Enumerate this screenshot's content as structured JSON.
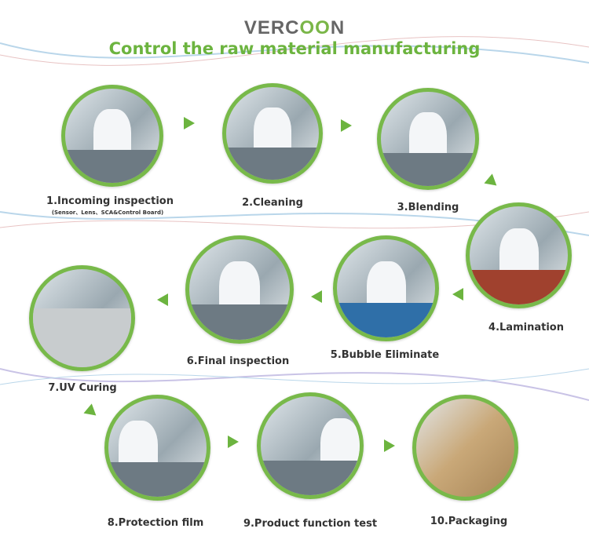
{
  "logo": {
    "pre": "VERC",
    "oo": "OO",
    "post": "N"
  },
  "title": "Control the raw material manufacturing",
  "steps": [
    {
      "label": "1.Incoming inspection",
      "sub": "(Sensor、Lens、SCA&Control Board)"
    },
    {
      "label": "2.Cleaning"
    },
    {
      "label": "3.Blending"
    },
    {
      "label": "4.Lamination"
    },
    {
      "label": "5.Bubble Eliminate"
    },
    {
      "label": "6.Final inspection"
    },
    {
      "label": "7.UV Curing"
    },
    {
      "label": "8.Protection film"
    },
    {
      "label": "9.Product function test"
    },
    {
      "label": "10.Packaging"
    }
  ],
  "colors": {
    "accent": "#6cb43f",
    "ring": "#78b94a"
  }
}
